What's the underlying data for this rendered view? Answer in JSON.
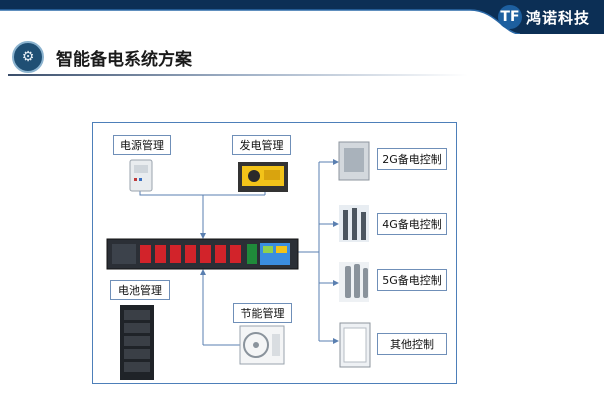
{
  "brand": {
    "name": "鸿诺科技",
    "mark": "TF"
  },
  "page": {
    "title": "智能备电系统方案"
  },
  "diagram": {
    "power_mgmt": "电源管理",
    "generator_mgmt": "发电管理",
    "battery_mgmt": "电池管理",
    "energy_mgmt": "节能管理",
    "ctrl_2g": "2G备电控制",
    "ctrl_4g": "4G备电控制",
    "ctrl_5g": "5G备电控制",
    "ctrl_other": "其他控制"
  },
  "colors": {
    "frame": "#4d7fb9",
    "arrow": "#5a7fb0",
    "header": "#0c2f55",
    "controller": "#2b2f36"
  },
  "icons": [
    "emblem-icon",
    "power-meter-icon",
    "generator-icon",
    "controller-unit-icon",
    "battery-rack-icon",
    "air-conditioner-icon",
    "tower-2g-icon",
    "tower-4g-icon",
    "tower-5g-icon",
    "cabinet-icon"
  ]
}
